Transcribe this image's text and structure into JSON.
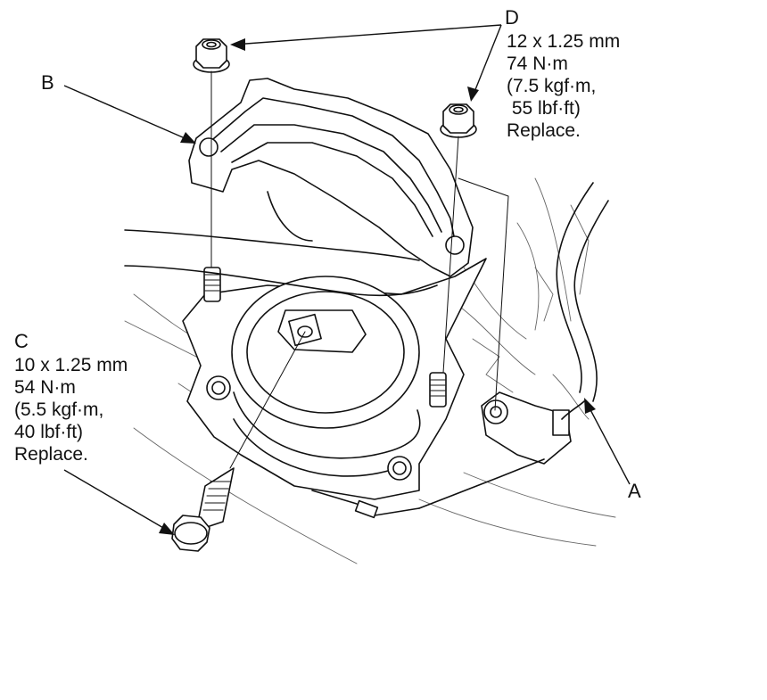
{
  "callouts": {
    "a": {
      "letter": "A"
    },
    "b": {
      "letter": "B"
    },
    "c": {
      "letter": "C",
      "lines": [
        "10 x 1.25 mm",
        "54 N·m",
        "(5.5 kgf·m,",
        "40 lbf·ft)",
        "Replace."
      ]
    },
    "d": {
      "letter": "D",
      "lines": [
        "12 x 1.25 mm",
        "74 N·m",
        "(7.5 kgf·m,",
        " 55 lbf·ft)",
        "Replace."
      ]
    }
  },
  "parts": {
    "a": "hose-clip",
    "b": "mount-bracket",
    "c": "mount-bolt",
    "d": "flange-nut"
  }
}
